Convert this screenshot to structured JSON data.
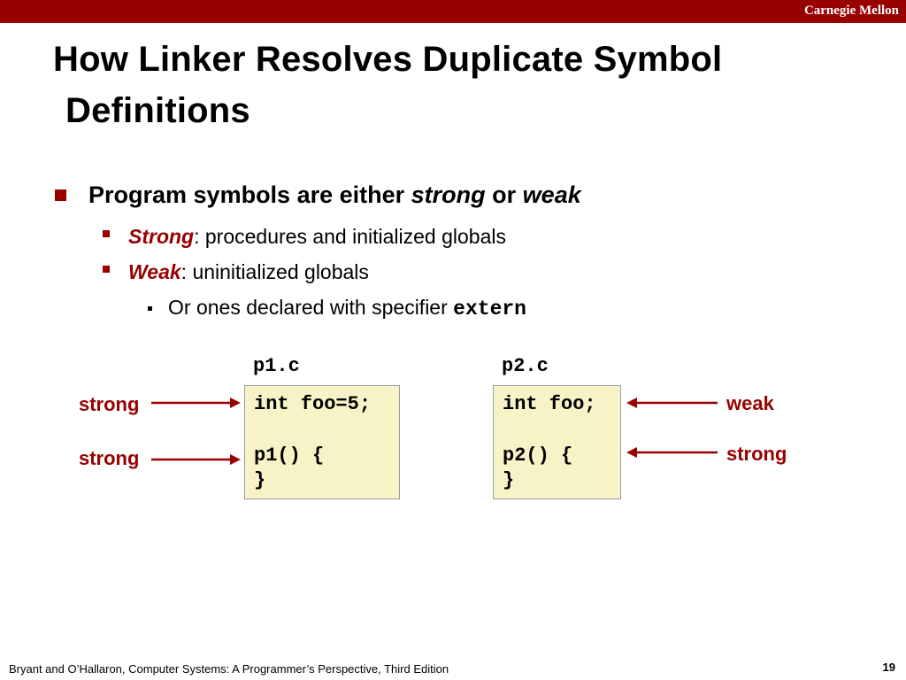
{
  "header": {
    "brand": "Carnegie Mellon"
  },
  "slide": {
    "title_line1": "How Linker Resolves Duplicate Symbol",
    "title_line2": "Definitions",
    "bullet1": {
      "prefix": "Program symbols are either ",
      "strong": "strong",
      "mid": " or ",
      "weak": "weak"
    },
    "sub1": {
      "term": "Strong",
      "text": ": procedures and initialized globals"
    },
    "sub2": {
      "term": "Weak",
      "text": ": uninitialized globals"
    },
    "sub3": {
      "text": "Or ones declared with specifier ",
      "code": "extern"
    }
  },
  "files": [
    {
      "name": "p1.c",
      "line1": "int foo=5;",
      "line2": "p1() {",
      "line3": "}"
    },
    {
      "name": "p2.c",
      "line1": "int foo;",
      "line2": "p2() {",
      "line3": "}"
    }
  ],
  "labels": {
    "p1_foo": "strong",
    "p1_func": "strong",
    "p2_foo": "weak",
    "p2_func": "strong"
  },
  "colors": {
    "accent": "#990000",
    "code_bg": "#f7f3c6"
  },
  "footer": {
    "citation": "Bryant and O’Hallaron, Computer Systems: A Programmer’s Perspective, Third Edition",
    "page": "19"
  }
}
